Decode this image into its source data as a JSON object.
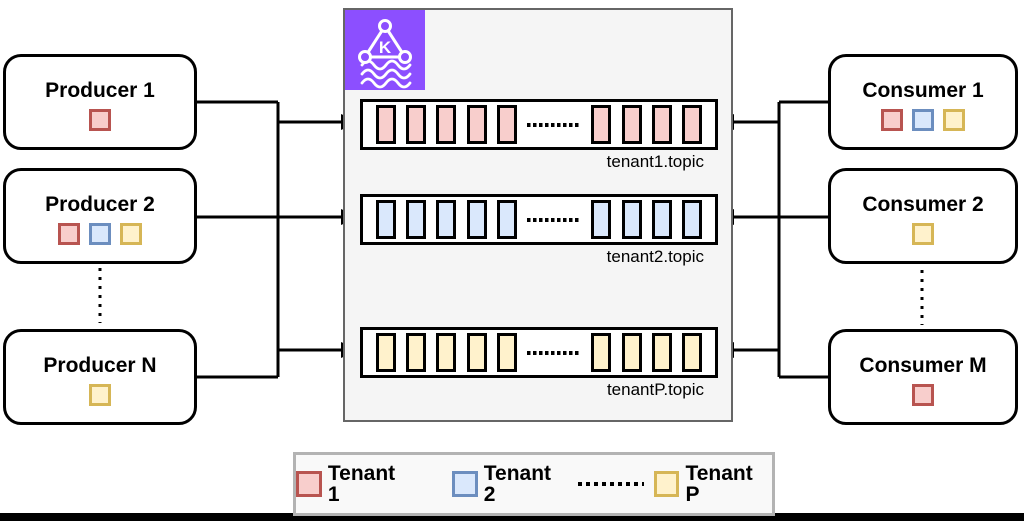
{
  "producers": [
    {
      "label": "Producer 1",
      "tenants": [
        "tenant1"
      ]
    },
    {
      "label": "Producer 2",
      "tenants": [
        "tenant1",
        "tenant2",
        "tenantP"
      ]
    },
    {
      "label": "Producer N",
      "tenants": [
        "tenantP"
      ]
    }
  ],
  "consumers": [
    {
      "label": "Consumer 1",
      "tenants": [
        "tenant1",
        "tenant2",
        "tenantP"
      ]
    },
    {
      "label": "Consumer 2",
      "tenants": [
        "tenantP"
      ]
    },
    {
      "label": "Consumer M",
      "tenants": [
        "tenant1"
      ]
    }
  ],
  "broker": {
    "icon": "kafka-msk-icon",
    "icon_letter": "K",
    "topics": [
      {
        "label": "tenant1.topic",
        "tenant": "tenant1",
        "partitions_shown": 9
      },
      {
        "label": "tenant2.topic",
        "tenant": "tenant2",
        "partitions_shown": 9
      },
      {
        "label": "tenantP.topic",
        "tenant": "tenantP",
        "partitions_shown": 9
      }
    ]
  },
  "legend": {
    "items": [
      {
        "label": "Tenant 1",
        "tenant": "tenant1"
      },
      {
        "label": "Tenant 2",
        "tenant": "tenant2"
      },
      {
        "label": "Tenant P",
        "tenant": "tenantP"
      }
    ]
  },
  "colors": {
    "tenant1": {
      "stroke": "#B85450",
      "fill": "#F8CECC"
    },
    "tenant2": {
      "stroke": "#6C8EBF",
      "fill": "#DAE8FC"
    },
    "tenantP": {
      "stroke": "#D6B656",
      "fill": "#FFF2CC"
    },
    "kafka": {
      "stroke": "#FFFFFF",
      "fill": "#8C4FFF"
    }
  }
}
